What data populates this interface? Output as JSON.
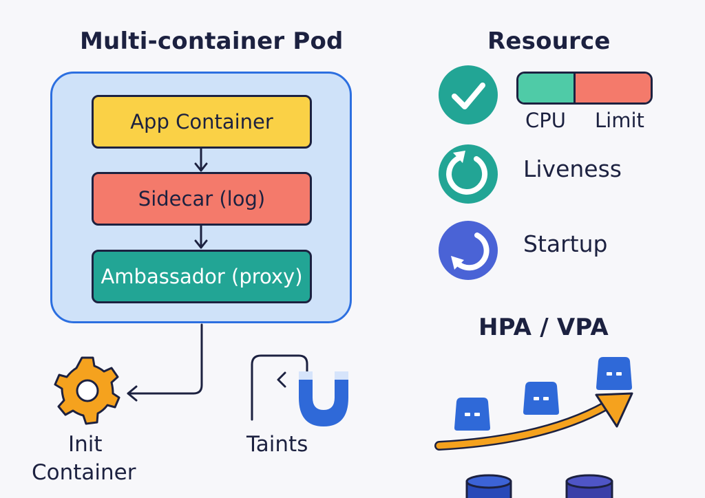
{
  "pod": {
    "title": "Multi-container Pod",
    "containers": [
      {
        "label": "App Container",
        "color": "#fad146"
      },
      {
        "label": "Sidecar (log)",
        "color": "#f47a6b"
      },
      {
        "label": "Ambassador (proxy)",
        "color": "#22a595"
      }
    ],
    "init_line1": "Init",
    "init_line2": "Container",
    "taints": "Taints"
  },
  "resource": {
    "title": "Resource",
    "cpu": "CPU",
    "limit": "Limit",
    "cpu_fraction": 0.43,
    "liveness": "Liveness",
    "startup": "Startup"
  },
  "scaling": {
    "title": "HPA / VPA"
  },
  "colors": {
    "pod_border": "#2c6fe0",
    "pod_fill": "#cfe2f9",
    "teal": "#22a595",
    "gear": "#f5a21e",
    "magnet": "#2f69d8",
    "startup": "#4a63d6",
    "arrow": "#f5a21e"
  }
}
